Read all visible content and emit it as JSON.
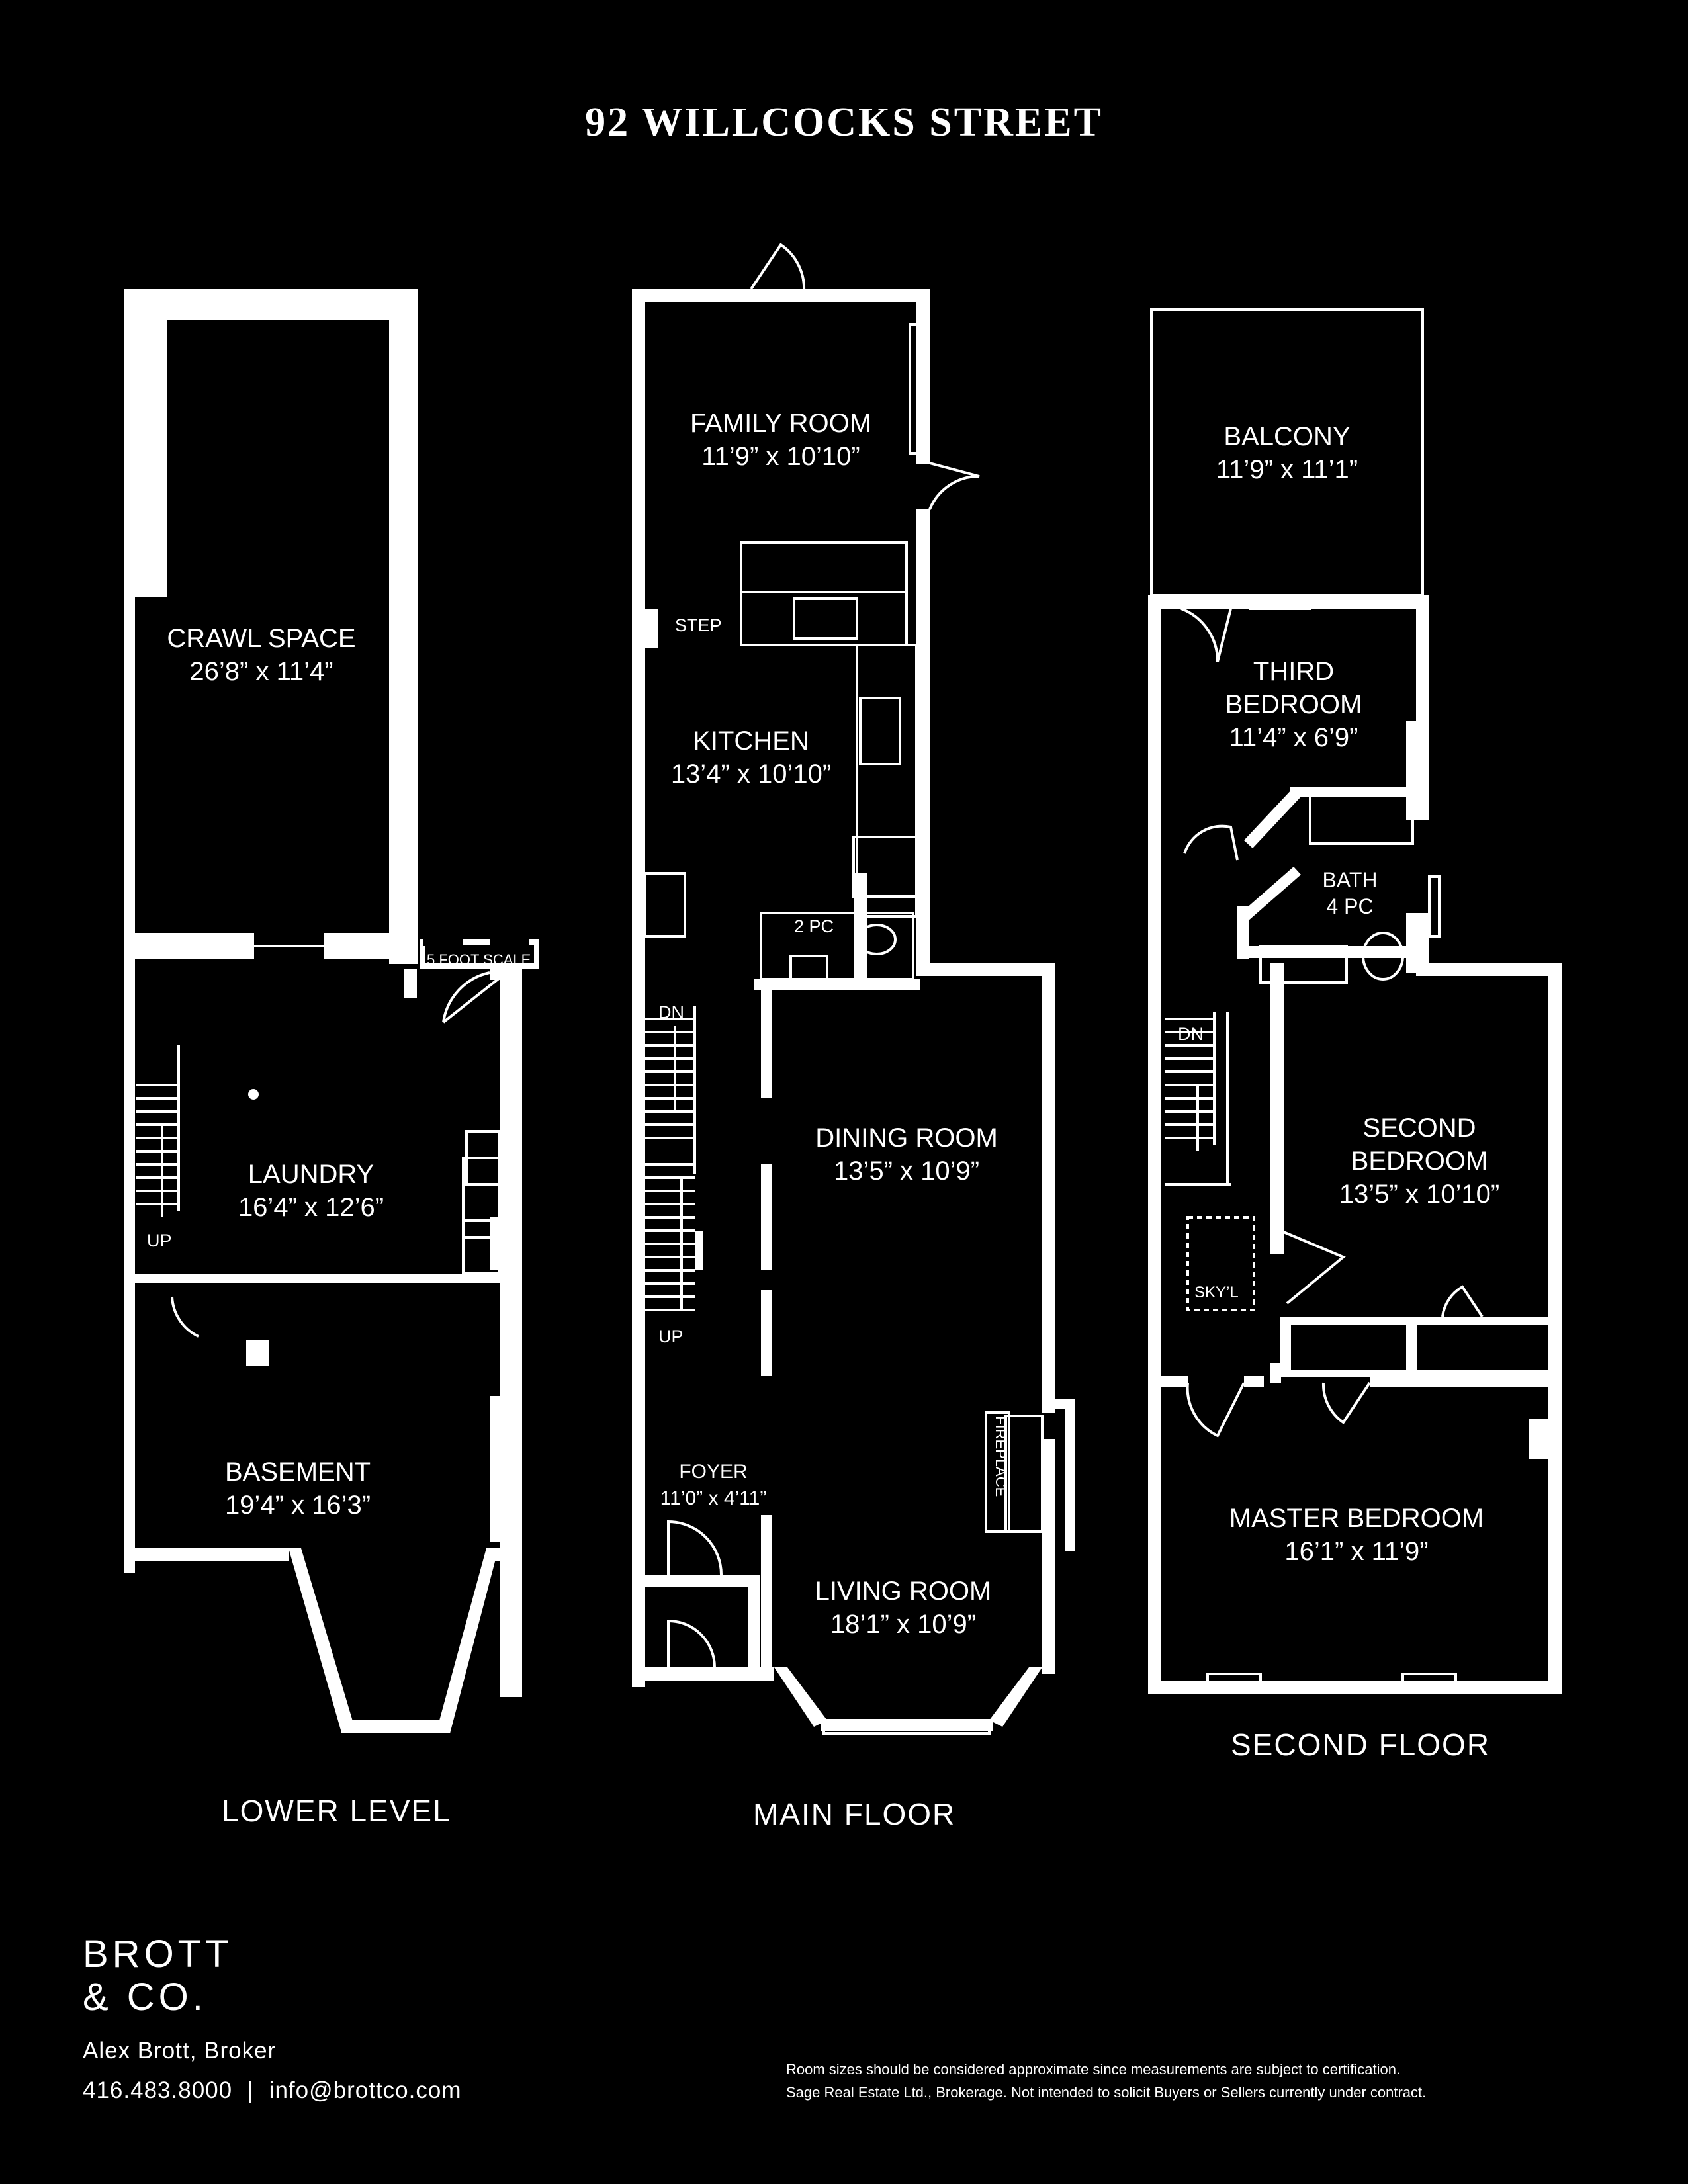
{
  "header": {
    "title": "92 WILLCOCKS STREET"
  },
  "lower_level": {
    "label": "LOWER LEVEL",
    "rooms": [
      {
        "name": "CRAWL SPACE",
        "size": "26’8” x 11’4”"
      },
      {
        "name": "LAUNDRY",
        "size": "16’4” x 12’6”"
      },
      {
        "name": "BASEMENT",
        "size": "19’4” x 16’3”"
      }
    ],
    "scale_label": "5 FOOT SCALE",
    "stair_label": "UP"
  },
  "main_floor": {
    "label": "MAIN FLOOR",
    "rooms": [
      {
        "name": "FAMILY ROOM",
        "size": "11’9” x 10’10”"
      },
      {
        "name": "KITCHEN",
        "size": "13’4” x 10’10”"
      },
      {
        "name": "DINING ROOM",
        "size": "13’5” x 10’9”"
      },
      {
        "name": "FOYER",
        "size": "11’0” x 4’11”"
      },
      {
        "name": "LIVING ROOM",
        "size": "18’1” x 10’9”"
      }
    ],
    "step_label": "STEP",
    "powder_label": "2 PC",
    "stair_down_label": "DN",
    "stair_up_label": "UP",
    "fireplace_label": "FIREPLACE"
  },
  "second_floor": {
    "label": "SECOND FLOOR",
    "rooms": [
      {
        "name": "BALCONY",
        "size": "11’9” x 11’1”"
      },
      {
        "name": "THIRD BEDROOM",
        "line1": "THIRD",
        "line2": "BEDROOM",
        "size": "11’4” x 6’9”"
      },
      {
        "name": "BATH",
        "size": "4 PC"
      },
      {
        "name": "SECOND BEDROOM",
        "line1": "SECOND",
        "line2": "BEDROOM",
        "size": "13’5” x 10’10”"
      },
      {
        "name": "MASTER BEDROOM",
        "size": "16’1” x 11’9”"
      }
    ],
    "stair_down_label": "DN",
    "skylight_label": "SKY’L"
  },
  "brand": {
    "line1": "BROTT",
    "line2": "& CO.",
    "agent": "Alex Brott, Broker",
    "phone": "416.483.8000",
    "separator": "|",
    "email": "info@brottco.com"
  },
  "disclaimer": {
    "line1": "Room sizes should be considered approximate since measurements are subject to certification.",
    "line2": "Sage Real Estate Ltd., Brokerage. Not intended to solicit Buyers or Sellers currently under contract."
  }
}
